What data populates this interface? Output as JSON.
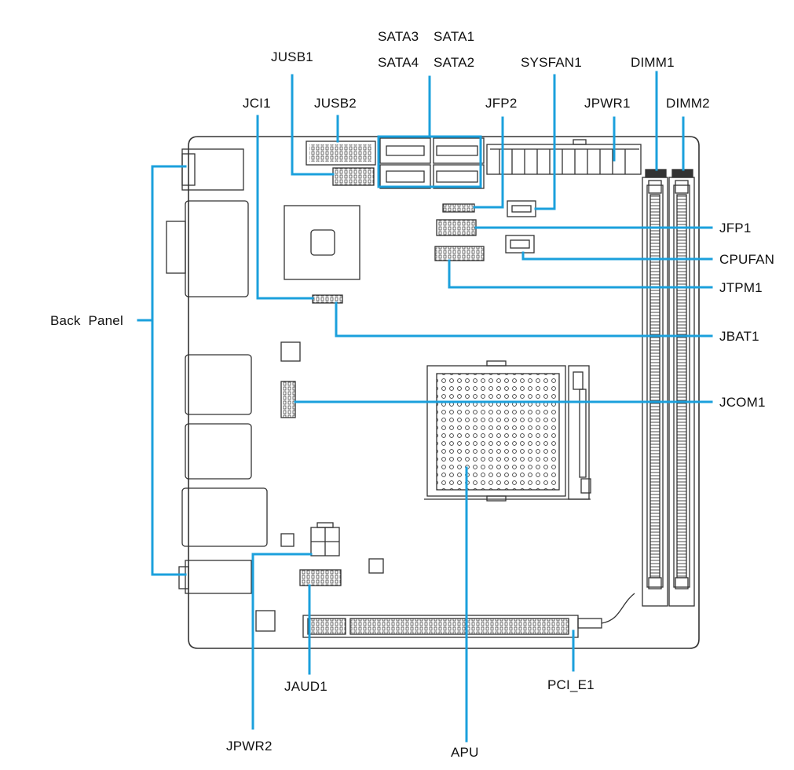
{
  "diagram": {
    "accent_color": "#1ba0dc",
    "board_outline_color": "#333333",
    "labels": {
      "sata3": "SATA3",
      "sata1": "SATA1",
      "sata4": "SATA4",
      "sata2": "SATA2",
      "jusb1": "JUSB1",
      "sysfan1": "SYSFAN1",
      "dimm1": "DIMM1",
      "jci1": "JCI1",
      "jusb2": "JUSB2",
      "jfp2": "JFP2",
      "jpwr1": "JPWR1",
      "dimm2": "DIMM2",
      "jfp1": "JFP1",
      "cpufan": "CPUFAN",
      "jtpm1": "JTPM1",
      "back_panel": "Back  Panel",
      "jbat1": "JBAT1",
      "jcom1": "JCOM1",
      "jaud1": "JAUD1",
      "pci_e1": "PCI_E1",
      "jpwr2": "JPWR2",
      "apu": "APU"
    }
  }
}
